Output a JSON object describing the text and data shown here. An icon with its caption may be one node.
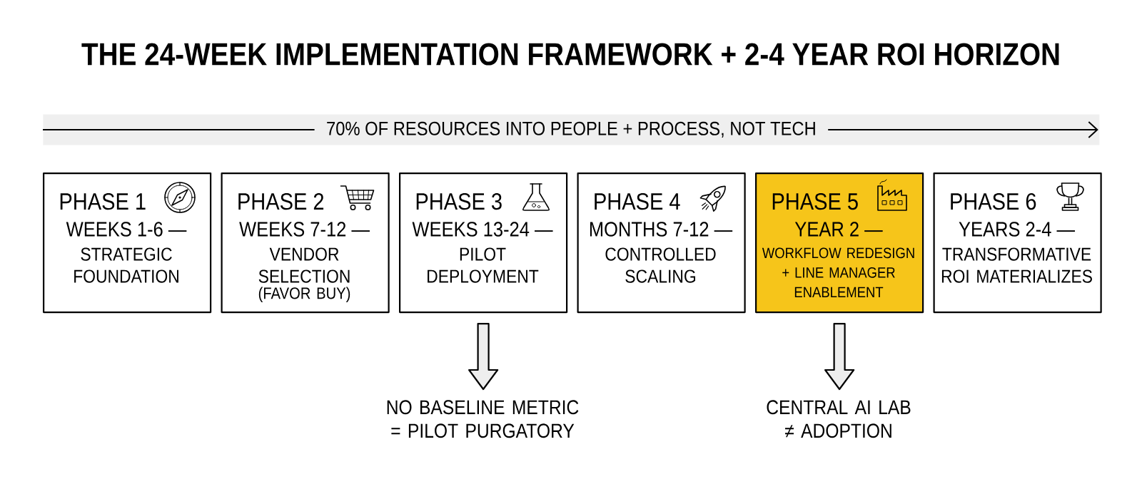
{
  "diagram": {
    "title": "THE 24-WEEK IMPLEMENTATION FRAMEWORK + 2-4 YEAR ROI HORIZON",
    "nodes": [
      {
        "text": [
          "70% OF RESOURCES INTO PEOPLE + PROCESS, NOT TECH"
        ]
      },
      {
        "text": [
          "PHASE 1",
          "WEEKS 1-6 —",
          "STRATEGIC FOUNDATION"
        ]
      },
      {
        "text": [
          "PHASE 2",
          "WEEKS 7-12 —",
          "VENDOR SELECTION",
          "(FAVOR BUY)"
        ]
      },
      {
        "text": [
          "PHASE 3",
          "WEEKS 13-24 —",
          "PILOT DEPLOYMENT"
        ]
      },
      {
        "text": [
          "PHASE 4",
          "MONTHS 7-12 —",
          "CONTROLLED SCALING"
        ]
      },
      {
        "text": [
          "PHASE 5",
          "YEAR 2 —",
          "WORKFLOW REDESIGN + LINE MANAGER ENABLEMENT"
        ]
      },
      {
        "text": [
          "PHASE 6",
          "YEARS 2-4 —",
          "TRANSFORMATIVE ROI MATERIALIZES"
        ]
      },
      {
        "text": [
          "NO BASELINE METRIC = PILOT PURGATORY"
        ]
      },
      {
        "text": [
          "CENTRAL AI LAB ≠ ADOPTION"
        ]
      }
    ],
    "edges": [
      {
        "from": 3,
        "to": 7,
        "arrow": "to"
      },
      {
        "from": 5,
        "to": 8,
        "arrow": "to"
      }
    ]
  }
}
